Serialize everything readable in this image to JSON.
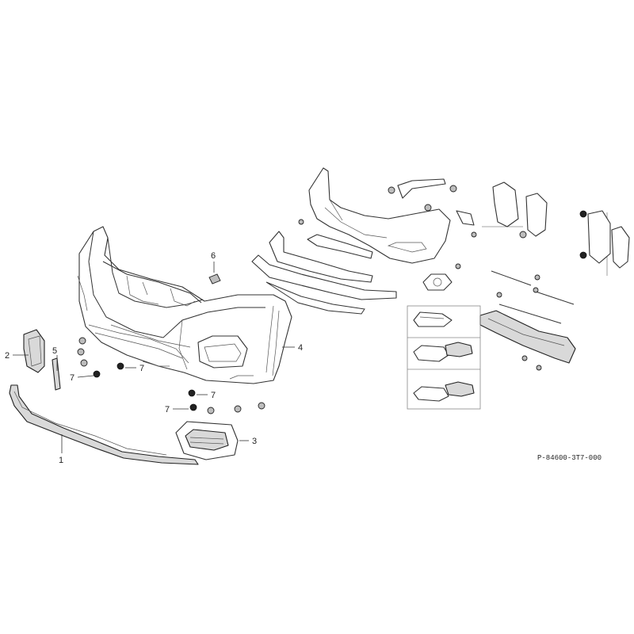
{
  "callouts": {
    "c1": "1",
    "c2": "2",
    "c3": "3",
    "c4": "4",
    "c5": "5",
    "c6": "6",
    "c7a": "7",
    "c7b": "7",
    "c7c": "7",
    "c7d": "7"
  },
  "diagram_code": "P-84600-3T7-000"
}
